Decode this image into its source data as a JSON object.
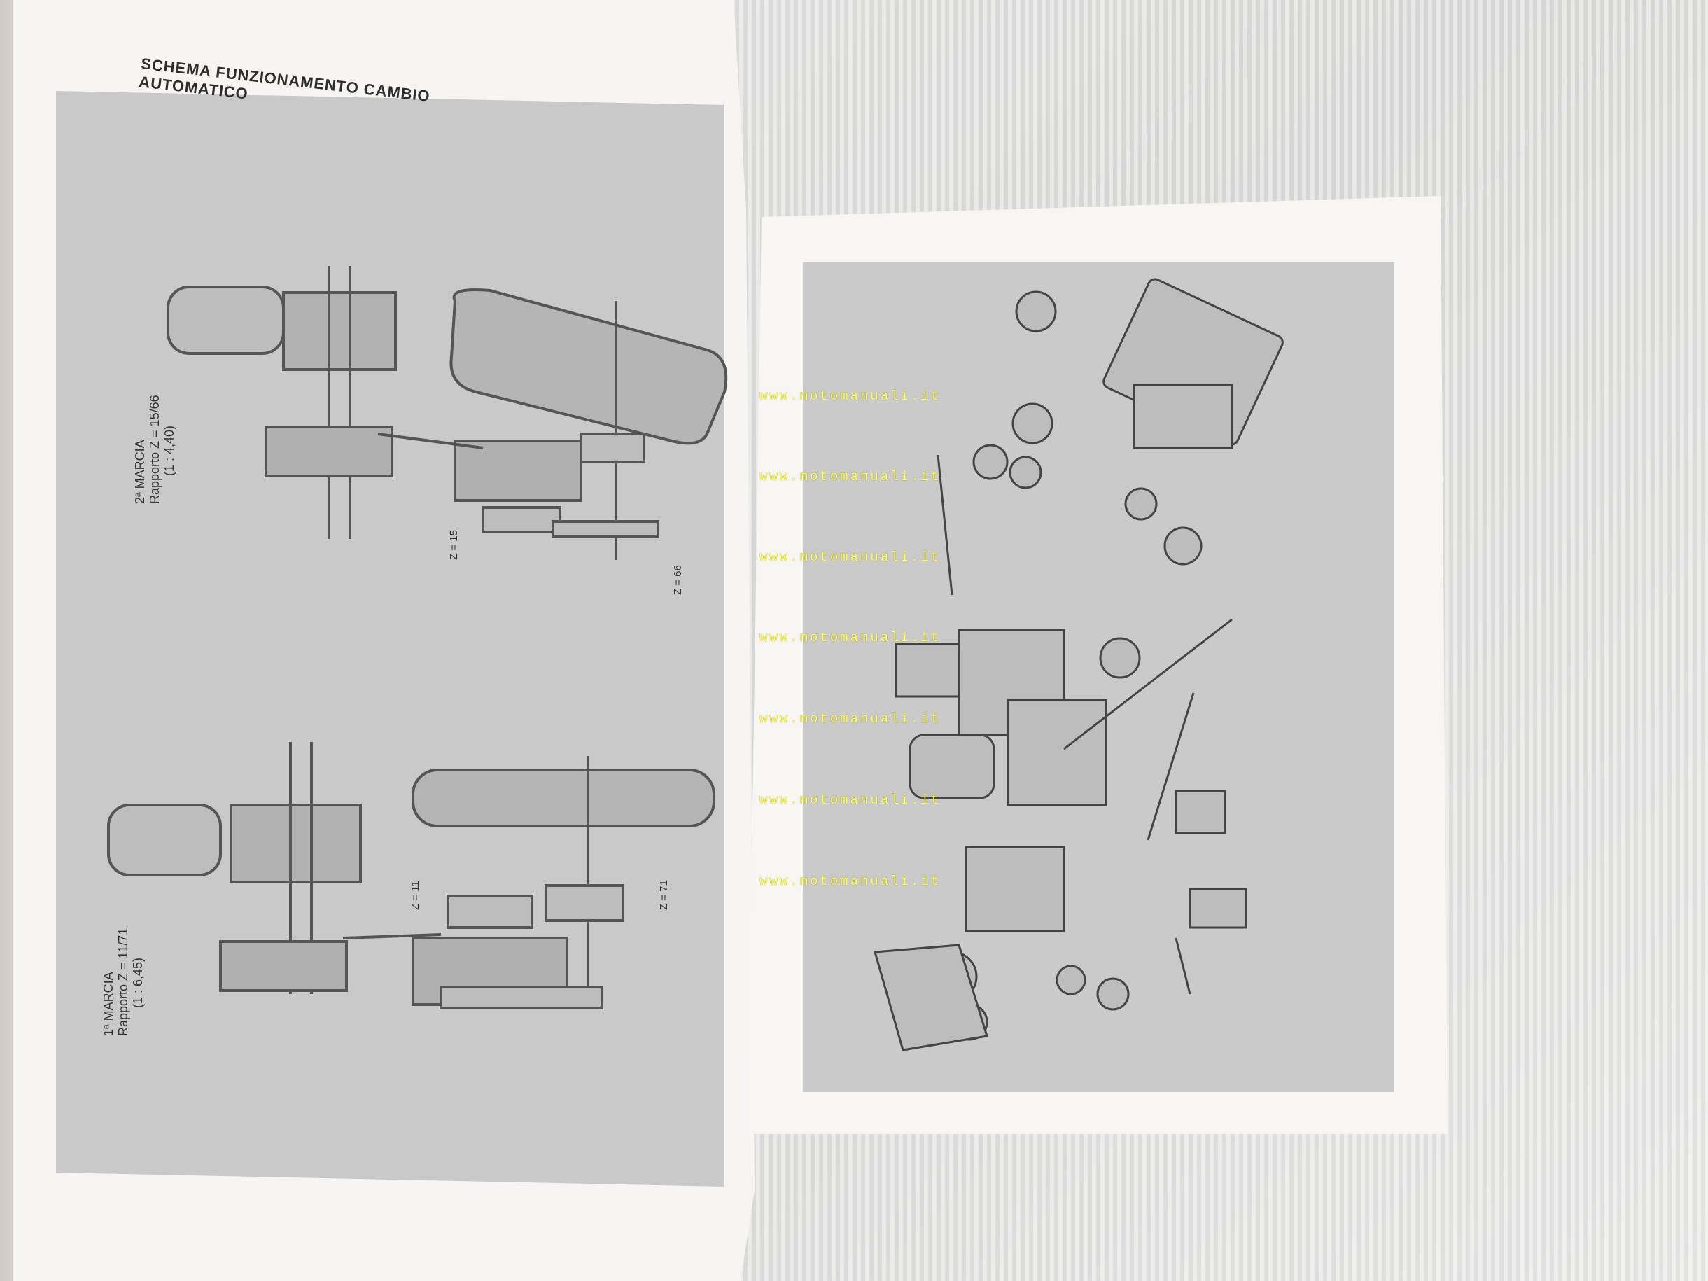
{
  "left_page": {
    "title": "SCHEMA FUNZIONAMENTO CAMBIO AUTOMATICO",
    "gear2": {
      "heading": "2ª MARCIA",
      "ratio": "Rapporto Z = 15/66",
      "ratio_value": "(1 : 4,40)",
      "label_a": "Z = 15",
      "label_b": "Z = 66"
    },
    "gear1": {
      "heading": "1ª MARCIA",
      "ratio": "Rapporto Z = 11/71",
      "ratio_value": "(1 : 6,45)",
      "label_a": "Z = 11",
      "label_b": "Z = 71"
    }
  },
  "right_page": {
    "watermarks": [
      "www.motomanuali.it",
      "www.motomanuali.it",
      "www.motomanuali.it",
      "www.motomanuali.it",
      "www.motomanuali.it",
      "www.motomanuali.it",
      "www.motomanuali.it"
    ]
  }
}
